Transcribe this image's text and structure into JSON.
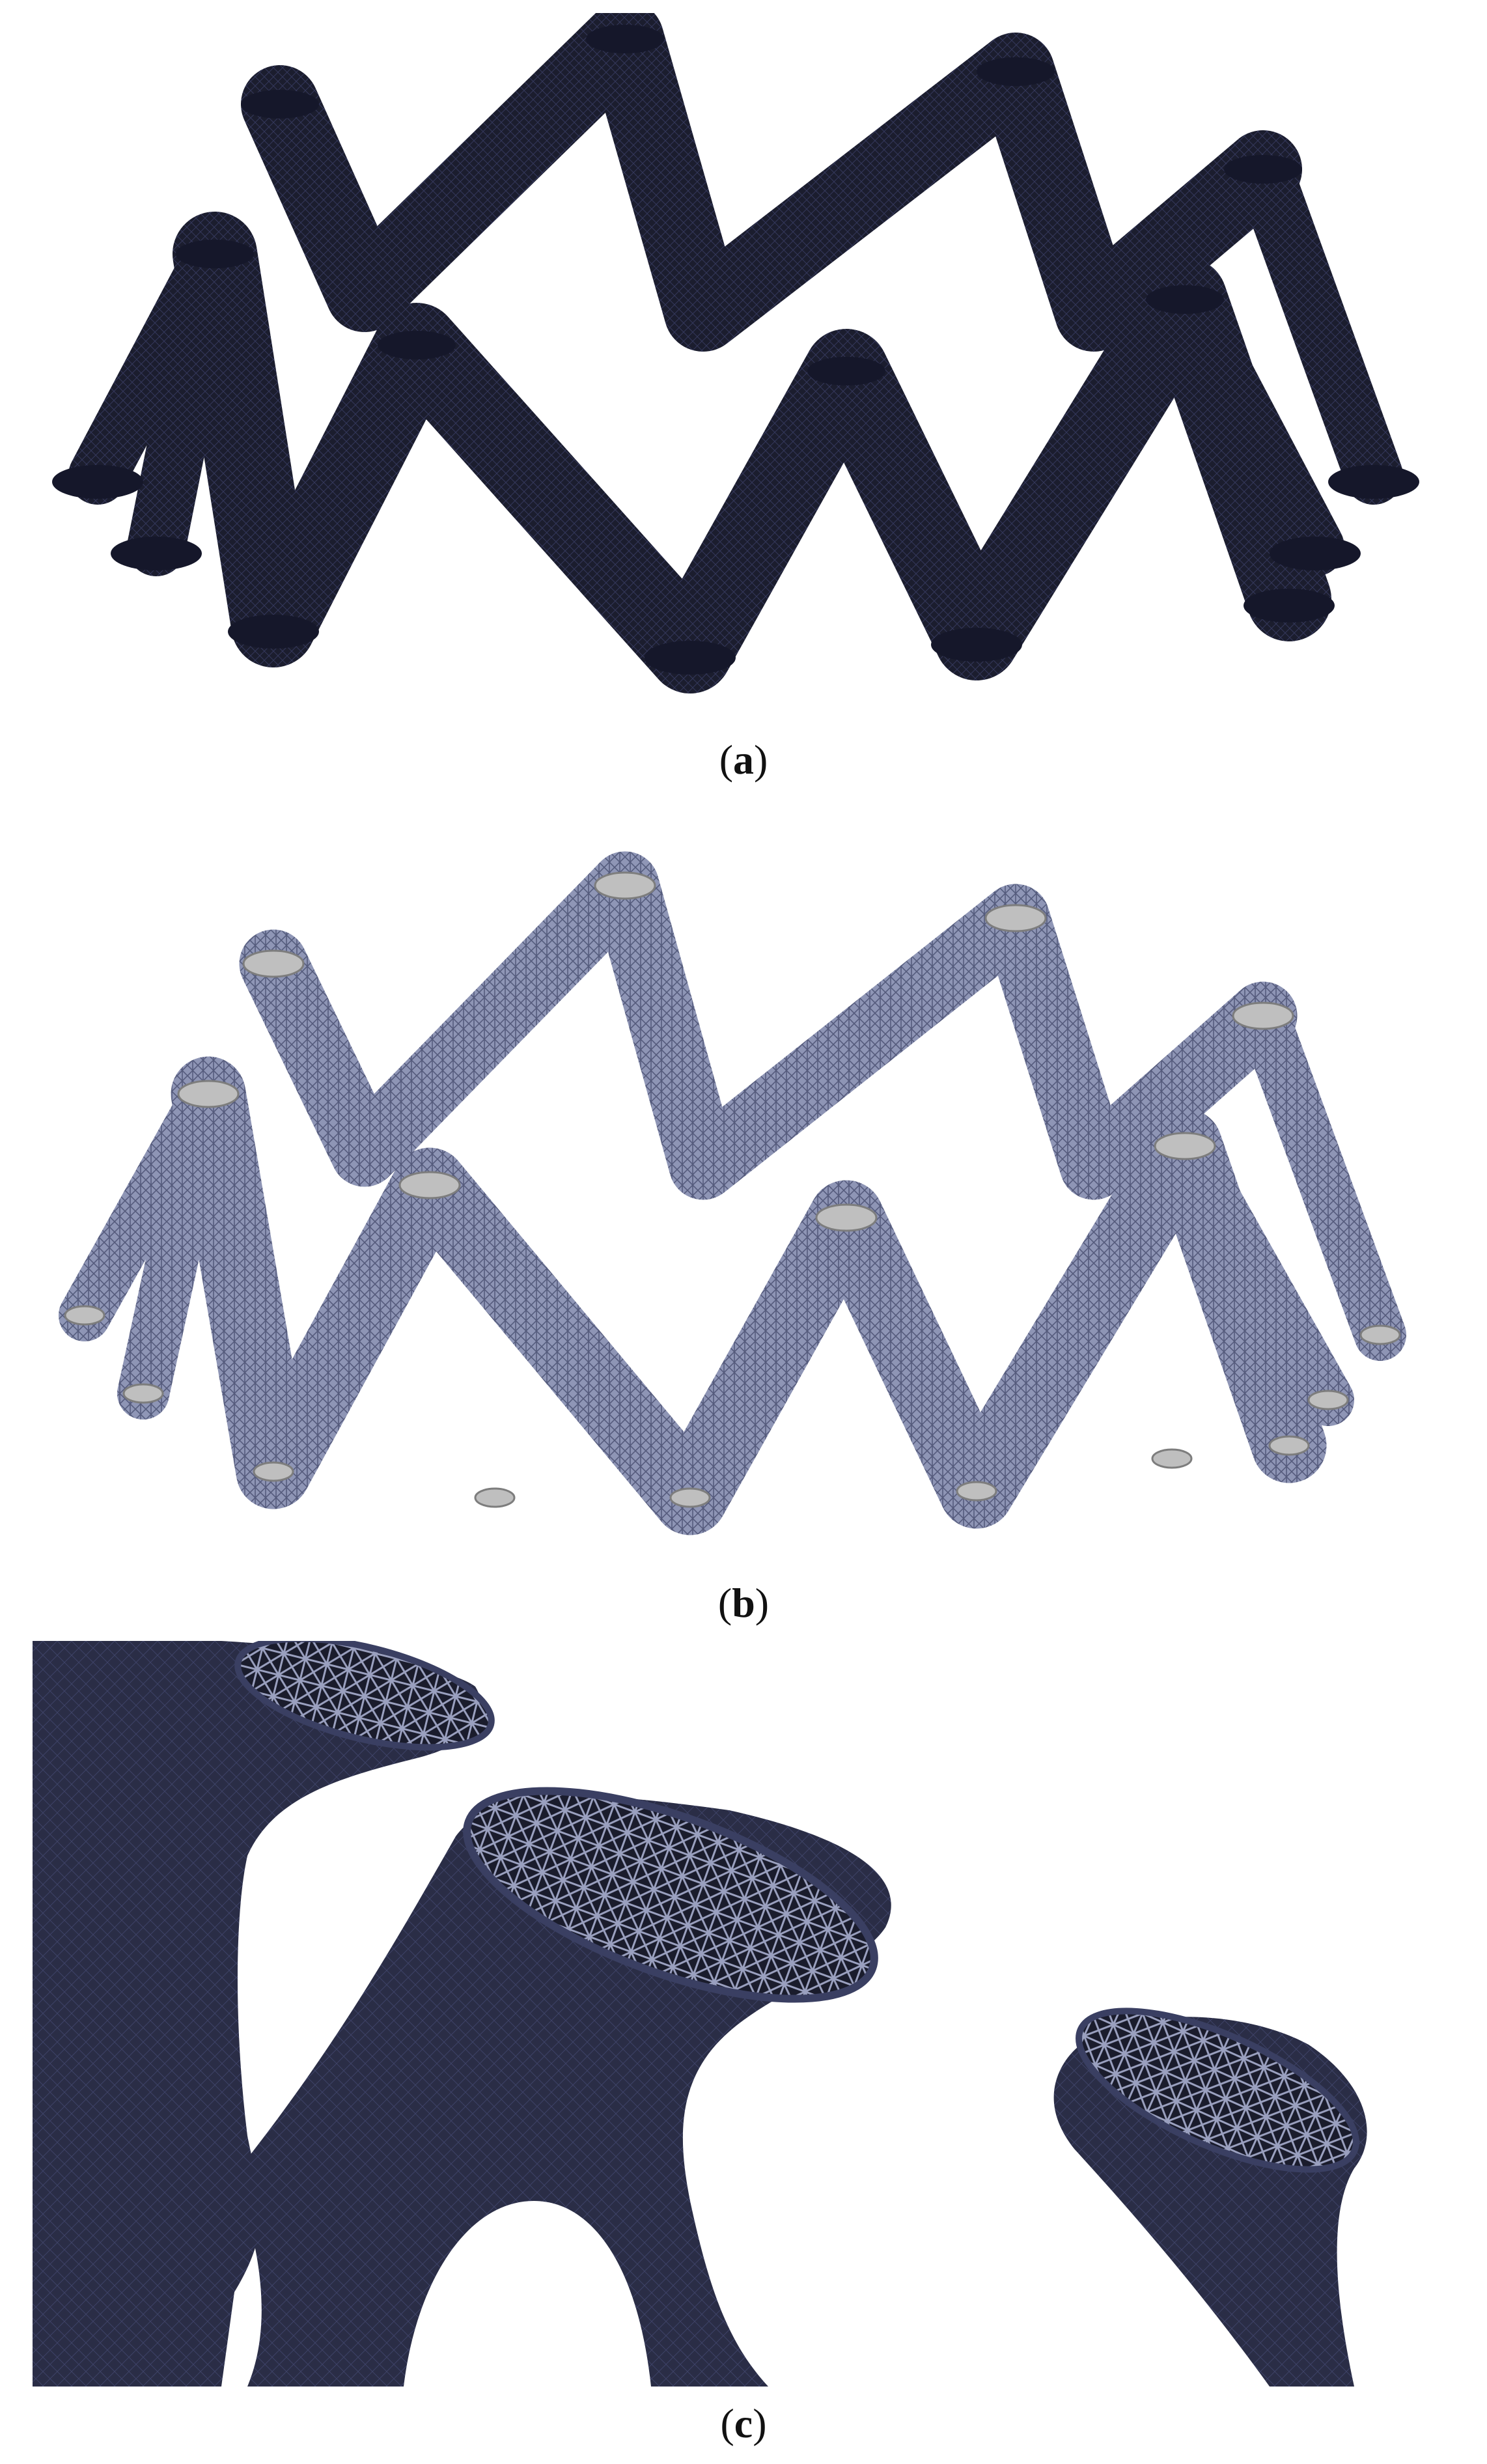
{
  "figure": {
    "panels": [
      {
        "id": "a",
        "caption_open": "(",
        "caption_label": "a",
        "caption_close": ")"
      },
      {
        "id": "b",
        "caption_open": "(",
        "caption_label": "b",
        "caption_close": ")"
      },
      {
        "id": "c",
        "caption_open": "(",
        "caption_label": "c",
        "caption_close": ")"
      }
    ],
    "colors": {
      "solid_mesh": "#1b1d2e",
      "solid_mesh_edge": "#3b4060",
      "lattice_mesh": "#7a82a6",
      "lattice_dark": "#4c5376",
      "node_cap": "#bfbfbf",
      "closeup_body": "#2a2d46",
      "closeup_light": "#3f4466",
      "closeup_lattice": "#9aa0bf"
    }
  }
}
